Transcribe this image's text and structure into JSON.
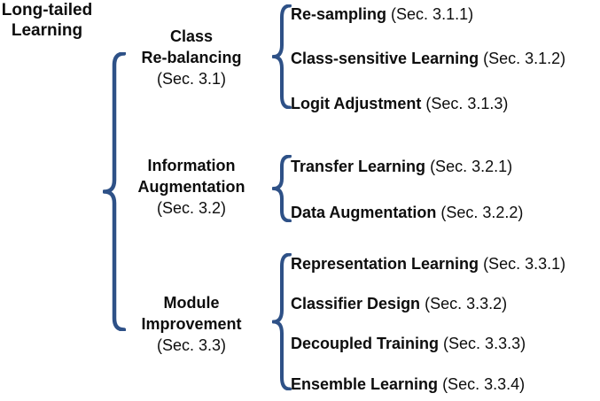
{
  "colors": {
    "brace": "#2E5187",
    "text": "#0D0D0D"
  },
  "root": {
    "lines": [
      "Long-tailed",
      "Learning"
    ]
  },
  "branches": [
    {
      "name_lines": [
        "Class",
        "Re-balancing"
      ],
      "sec": "(Sec. 3.1)",
      "children": [
        {
          "name": "Re-sampling",
          "sec": "(Sec. 3.1.1)"
        },
        {
          "name": "Class-sensitive Learning",
          "sec": "(Sec. 3.1.2)"
        },
        {
          "name": "Logit Adjustment",
          "sec": "(Sec. 3.1.3)"
        }
      ]
    },
    {
      "name_lines": [
        "Information",
        "Augmentation"
      ],
      "sec": "(Sec. 3.2)",
      "children": [
        {
          "name": "Transfer Learning",
          "sec": "(Sec. 3.2.1)"
        },
        {
          "name": "Data Augmentation",
          "sec": "(Sec. 3.2.2)"
        }
      ]
    },
    {
      "name_lines": [
        "Module",
        "Improvement"
      ],
      "sec": "(Sec. 3.3)",
      "children": [
        {
          "name": "Representation Learning",
          "sec": "(Sec. 3.3.1)"
        },
        {
          "name": "Classifier Design",
          "sec": "(Sec. 3.3.2)"
        },
        {
          "name": "Decoupled Training",
          "sec": "(Sec. 3.3.3)"
        },
        {
          "name": "Ensemble Learning",
          "sec": "(Sec. 3.3.4)"
        }
      ]
    }
  ]
}
